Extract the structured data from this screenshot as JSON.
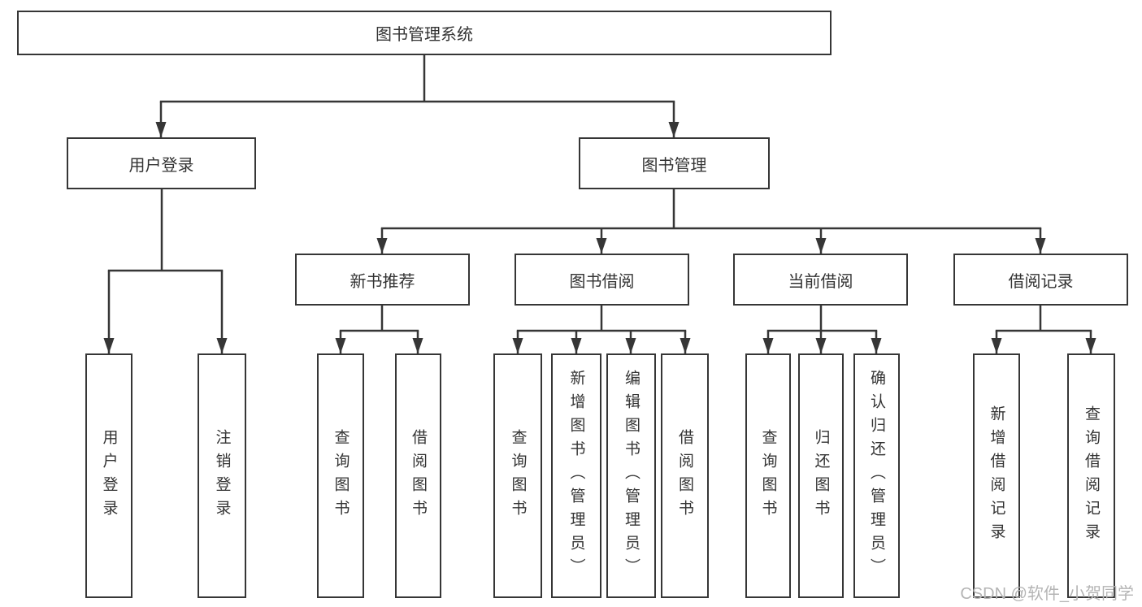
{
  "canvas": {
    "background": "#ffffff",
    "line_color": "#363636",
    "box_border_color": "#363636",
    "text_color": "#333333",
    "watermark_color": "#b4b4b4"
  },
  "watermark": {
    "text": "CSDN @软件_小贺同学"
  },
  "nodes": {
    "root": {
      "label": "图书管理系统"
    },
    "user_login": {
      "label": "用户登录"
    },
    "book_management": {
      "label": "图书管理"
    },
    "login": {
      "label": "用户登录"
    },
    "logout": {
      "label": "注销登录"
    },
    "new_book_recommend": {
      "label": "新书推荐"
    },
    "book_borrowing": {
      "label": "图书借阅"
    },
    "current_borrowing": {
      "label": "当前借阅"
    },
    "borrowing_records": {
      "label": "借阅记录"
    },
    "nbr_query_books": {
      "label": "查询图书"
    },
    "nbr_borrow_books": {
      "label": "借阅图书"
    },
    "bb_query_books": {
      "label": "查询图书"
    },
    "bb_add_books": {
      "label": "新增图书（管理员）"
    },
    "bb_edit_books": {
      "label": "编辑图书（管理员）"
    },
    "bb_borrow_books": {
      "label": "借阅图书"
    },
    "cb_query_books": {
      "label": "查询图书"
    },
    "cb_return_books": {
      "label": "归还图书"
    },
    "cb_confirm_return": {
      "label": "确认归还（管理员）"
    },
    "br_add_record": {
      "label": "新增借阅记录"
    },
    "br_query_record": {
      "label": "查询借阅记录"
    }
  },
  "hierarchy": {
    "root": "图书管理系统",
    "children": {
      "用户登录": [
        "用户登录",
        "注销登录"
      ],
      "图书管理": {
        "新书推荐": [
          "查询图书",
          "借阅图书"
        ],
        "图书借阅": [
          "查询图书",
          "新增图书（管理员）",
          "编辑图书（管理员）",
          "借阅图书"
        ],
        "当前借阅": [
          "查询图书",
          "归还图书",
          "确认归还（管理员）"
        ],
        "借阅记录": [
          "新增借阅记录",
          "查询借阅记录"
        ]
      }
    }
  }
}
